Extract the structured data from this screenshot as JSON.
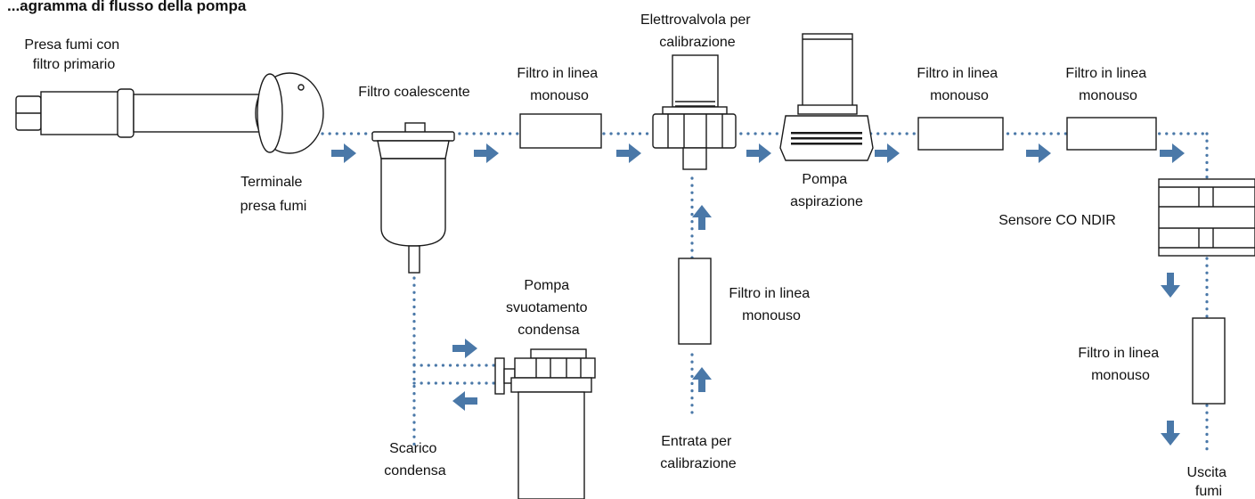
{
  "title": "...agramma di flusso della pompa",
  "labels": {
    "presa_fumi": [
      "Presa fumi con",
      "filtro primario"
    ],
    "terminale": [
      "Terminale",
      "presa fumi"
    ],
    "filtro_coalescente": "Filtro coalescente",
    "filtro_1": [
      "Filtro in linea",
      "monouso"
    ],
    "elettrovalvola": [
      "Elettrovalvola per",
      "calibrazione"
    ],
    "pompa_aspirazione": [
      "Pompa",
      "aspirazione"
    ],
    "filtro_2": [
      "Filtro in linea",
      "monouso"
    ],
    "filtro_3": [
      "Filtro in linea",
      "monouso"
    ],
    "sensore": "Sensore CO NDIR",
    "pompa_svuotamento": [
      "Pompa",
      "svuotamento",
      "condensa"
    ],
    "filtro_calibrazione": [
      "Filtro in linea",
      "monouso"
    ],
    "entrata_calibrazione": [
      "Entrata per",
      "calibrazione"
    ],
    "scarico_condensa": [
      "Scarico",
      "condensa"
    ],
    "filtro_uscita": [
      "Filtro in linea",
      "monouso"
    ],
    "uscita_fumi": [
      "Uscita",
      "fumi"
    ]
  },
  "colors": {
    "flow": "#4a78a8",
    "outline": "#1a1a1a"
  }
}
